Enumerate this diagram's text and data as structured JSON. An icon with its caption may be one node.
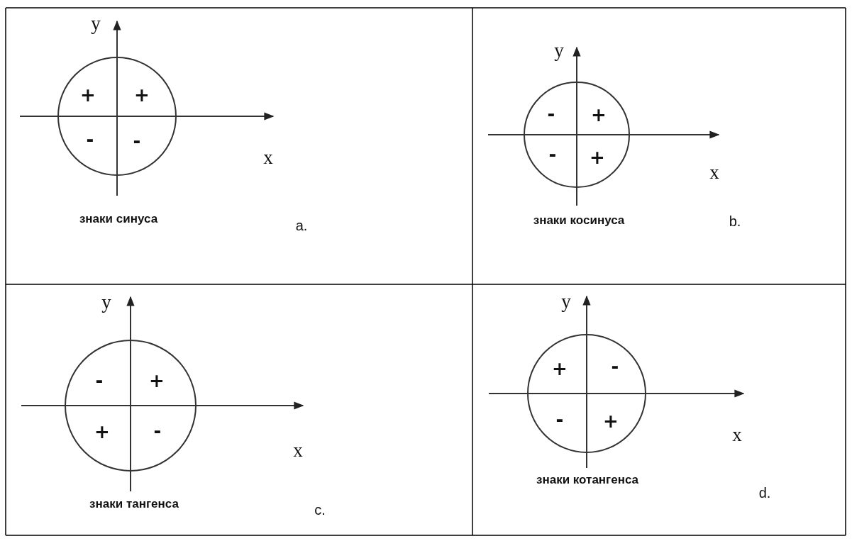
{
  "diagram": {
    "labels": [
      "y",
      "+",
      "+",
      "-",
      "-",
      "x",
      "знаки синуса",
      "a.",
      "y",
      "-",
      "+",
      "-",
      "+",
      "x",
      "знаки косинуса",
      "b.",
      "y",
      "-",
      "+",
      "+",
      "-",
      "x",
      "знаки тангенса",
      "c.",
      "y",
      "+",
      "-",
      "-",
      "+",
      "x",
      "знаки котангенса",
      "d."
    ]
  }
}
